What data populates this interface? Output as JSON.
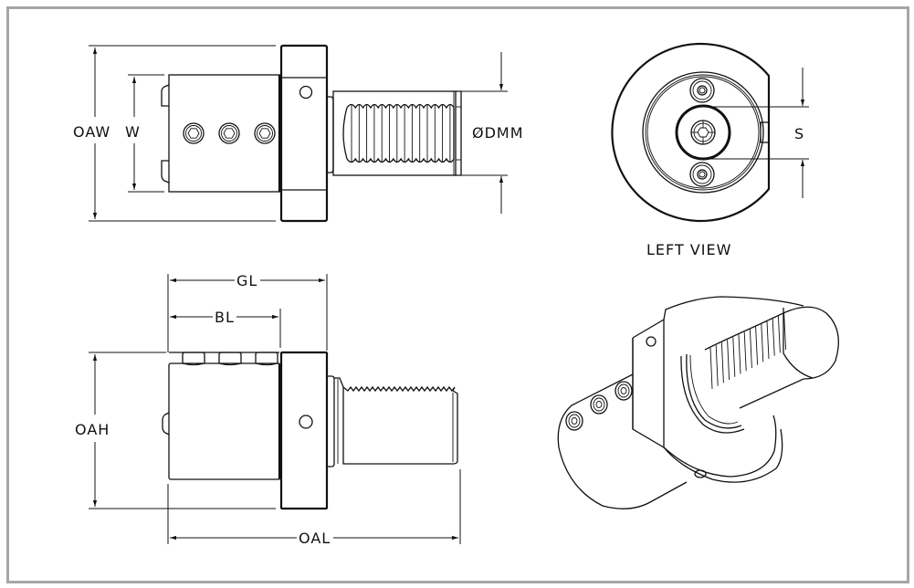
{
  "drawing": {
    "title": "Tool holder technical drawing",
    "views": {
      "top_view": {
        "name": "top-view"
      },
      "left_view": {
        "name": "left-view",
        "caption": "LEFT VIEW"
      },
      "front_view": {
        "name": "front-view"
      },
      "isometric_view": {
        "name": "isometric-view"
      }
    },
    "dimensions": {
      "oaw": "OAW",
      "w": "W",
      "dmm": "ØDMM",
      "s": "S",
      "gl": "GL",
      "bl": "BL",
      "oah": "OAH",
      "oal": "OAL"
    },
    "colors": {
      "line": "#111111",
      "border": "#a6a6a6",
      "background": "#ffffff"
    }
  }
}
